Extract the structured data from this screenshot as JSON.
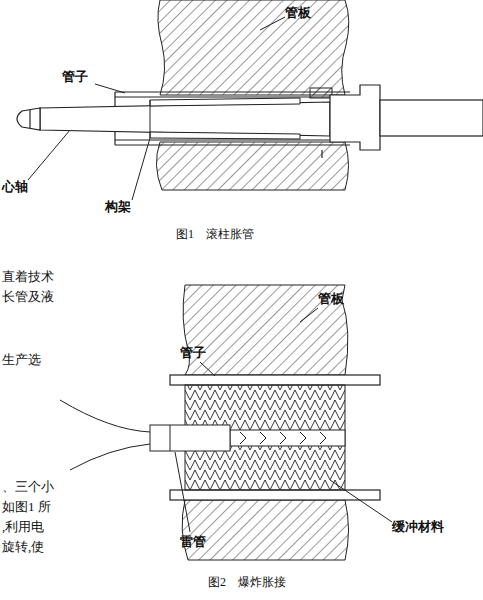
{
  "diagram": {
    "labels": [
      "管板",
      "管子",
      "心轴",
      "构架",
      "图1　滚柱胀管",
      "直着技术",
      "长管及液",
      "生产选",
      "、三个小",
      "如图1 所",
      ",利用电",
      "旋转,使",
      "管板",
      "管子",
      "雷管",
      "缓冲材料",
      "图2　爆炸胀接"
    ]
  }
}
